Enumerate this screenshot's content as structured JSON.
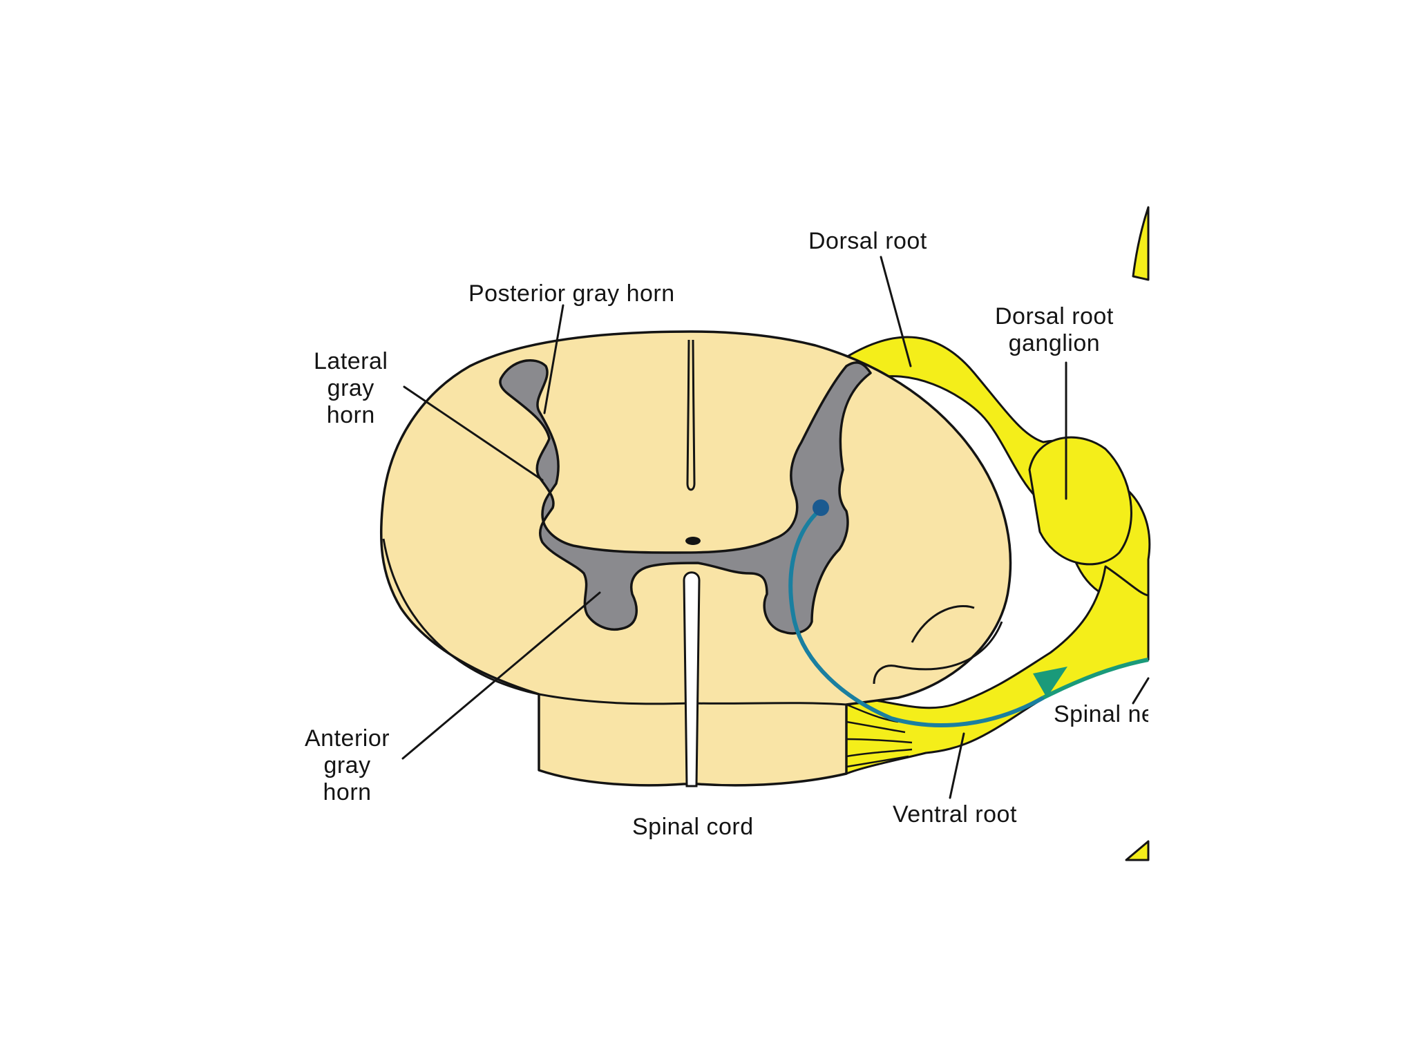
{
  "colors": {
    "background": "#ffffff",
    "white_matter": "#f9e4a6",
    "gray_matter": "#8a8a8e",
    "nerve": "#f4ee1a",
    "neuron": "#1a7fa0",
    "outline": "#141414"
  },
  "labels": {
    "dorsal_root": "Dorsal root",
    "posterior_gray_horn": "Posterior gray horn",
    "dorsal_root_ganglion": [
      "Dorsal root",
      "ganglion"
    ],
    "lateral_gray_horn": [
      "Lateral",
      "gray",
      "horn"
    ],
    "anterior_gray_horn": [
      "Anterior",
      "gray",
      "horn"
    ],
    "spinal_cord": "Spinal cord",
    "ventral_root": "Ventral root",
    "spinal_nerve_partial": "Spinal ne"
  }
}
